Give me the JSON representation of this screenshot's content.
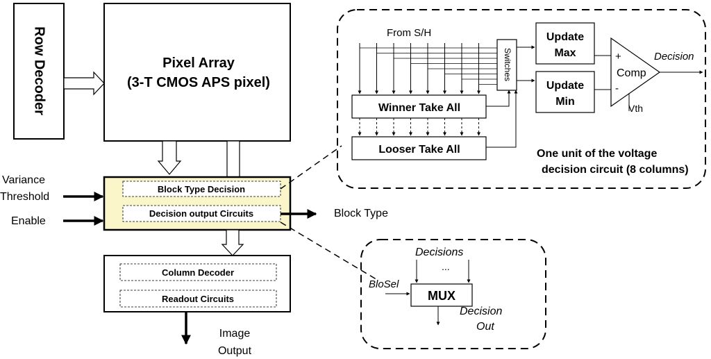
{
  "blocks": {
    "row_decoder": "Row Decoder",
    "pixel_array_title": "Pixel Array",
    "pixel_array_subtitle": "(3-T CMOS APS pixel)",
    "block_type_decision": "Block Type Decision",
    "decision_output_circuits": "Decision output Circuits",
    "column_decoder": "Column Decoder",
    "readout_circuits": "Readout Circuits"
  },
  "inputs": {
    "variance_line1": "Variance",
    "variance_line2": "Threshold",
    "enable": "Enable"
  },
  "outputs": {
    "block_type": "Block Type",
    "image_output_line1": "Image",
    "image_output_line2": "Output"
  },
  "voltage_detail": {
    "from_sh": "From S/H",
    "switches": "Switches",
    "update_max_line1": "Update",
    "update_max_line2": "Max",
    "update_min_line1": "Update",
    "update_min_line2": "Min",
    "plus": "+",
    "minus": "-",
    "comp": "Comp",
    "vth": "Vth",
    "decision": "Decision",
    "winner": "Winner Take All",
    "looser": "Looser Take All",
    "caption_line1": "One unit of the voltage",
    "caption_line2": "decision circuit (8 columns)"
  },
  "mux_detail": {
    "decisions": "Decisions",
    "ellipsis": "...",
    "blosel": "BloSel",
    "mux": "MUX",
    "decision_out_line1": "Decision",
    "decision_out_line2": "Out"
  },
  "colors": {
    "decision_block_fill": "#fbf6c9"
  }
}
